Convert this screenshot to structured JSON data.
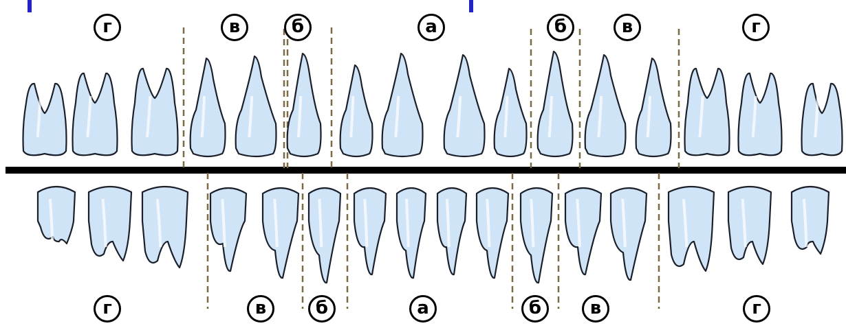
{
  "colors": {
    "background": "#ffffff",
    "tooth_fill": "#cfe4f7",
    "tooth_outline": "#1b1f2a",
    "baseline": "#000000",
    "divider": "#7a6a45",
    "header_bar": "#2323c8"
  },
  "labels": {
    "g": "г",
    "v": "в",
    "b": "б",
    "a": "а"
  },
  "top_labels": [
    "г",
    "в",
    "б",
    "а",
    "б",
    "в",
    "г"
  ],
  "bottom_labels": [
    "г",
    "в",
    "б",
    "а",
    "б",
    "в",
    "г"
  ],
  "upper_teeth": [
    "molar",
    "molar",
    "molar",
    "premolar",
    "premolar",
    "canine",
    "incisor",
    "incisor",
    "incisor",
    "incisor",
    "canine",
    "premolar",
    "premolar",
    "molar",
    "molar",
    "molar"
  ],
  "lower_teeth": [
    "molar",
    "molar",
    "molar",
    "premolar",
    "premolar",
    "canine",
    "incisor",
    "incisor",
    "incisor",
    "incisor",
    "canine",
    "premolar",
    "premolar",
    "molar",
    "molar",
    "molar"
  ]
}
